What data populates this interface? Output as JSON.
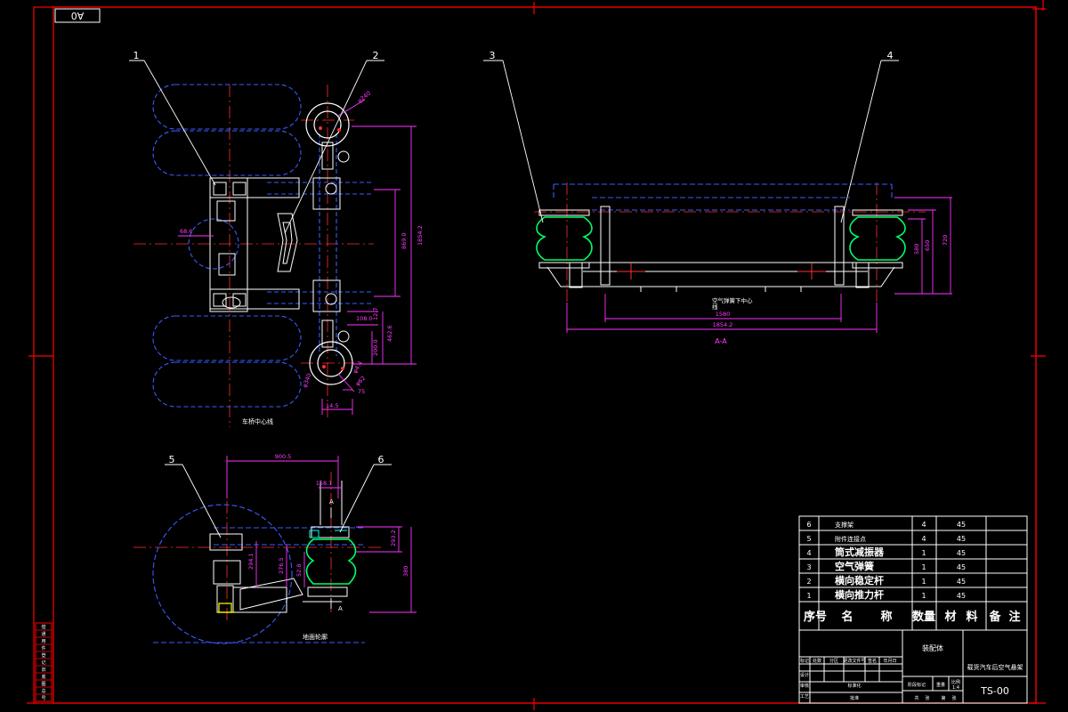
{
  "sheet": {
    "format_label": "A0",
    "drawing_number": "TS-00",
    "drawing_title": "载货汽车后空气悬架",
    "assembly_label": "装配体"
  },
  "views": {
    "top_view_caption": "车桥中心线",
    "section_view_caption": "A-A",
    "section_note_line1": "空气弹簧下中心",
    "section_note_line2": "线",
    "side_view_caption": "地面轮廓"
  },
  "balloons": [
    "1",
    "2",
    "3",
    "4",
    "5",
    "6"
  ],
  "dims": {
    "top": [
      "φ240",
      "68.6",
      "869.0",
      "1854.2",
      "108.0",
      "12.7",
      "462.6",
      "200.0",
      "φ340",
      "φ62",
      "75",
      "14.5",
      "φ4.4"
    ],
    "section": [
      "1580",
      "1854.2",
      "580",
      "650",
      "720"
    ],
    "side": [
      "900.5",
      "158.1",
      "293.2",
      "380",
      "52.8",
      "276.5",
      "294.1"
    ]
  },
  "bom": {
    "header": [
      "序号",
      "名",
      "称",
      "数量",
      "材",
      "料",
      "备",
      "注"
    ],
    "rows": [
      {
        "no": "6",
        "name": "支撑架",
        "qty": "4",
        "mat": "45"
      },
      {
        "no": "5",
        "name": "附件连接点",
        "qty": "4",
        "mat": "45"
      },
      {
        "no": "4",
        "name": "筒式减振器",
        "qty": "1",
        "mat": "45"
      },
      {
        "no": "3",
        "name": "空气弹簧",
        "qty": "1",
        "mat": "45"
      },
      {
        "no": "2",
        "name": "横向稳定杆",
        "qty": "1",
        "mat": "45"
      },
      {
        "no": "1",
        "name": "横向推力杆",
        "qty": "1",
        "mat": "45"
      }
    ]
  },
  "title_block": {
    "sign_labels": [
      "标记",
      "处数",
      "分区",
      "更改文件号",
      "签名",
      "年月日"
    ],
    "left_labels": [
      "设计",
      "审核",
      "工艺"
    ],
    "stage_label": "阶段标记",
    "weight_label": "重量",
    "scale_label": "比例",
    "scale_value": "1:4",
    "sheet_labels": [
      "共",
      "张",
      "第",
      "张"
    ],
    "approve_label": "批准",
    "std_label": "标准化"
  },
  "left_strip": [
    "借",
    "通",
    "用",
    "件",
    "登",
    "记",
    "旧",
    "底",
    "图",
    "总",
    "号"
  ],
  "colors": {
    "frame": "#ff0000",
    "body": "#ffffff",
    "hidden": "#3a5cff",
    "center": "#ff3030",
    "dim": "#ff33ff",
    "spring": "#00ff66",
    "cyan": "#00ffff",
    "yellow": "#ffff00"
  }
}
